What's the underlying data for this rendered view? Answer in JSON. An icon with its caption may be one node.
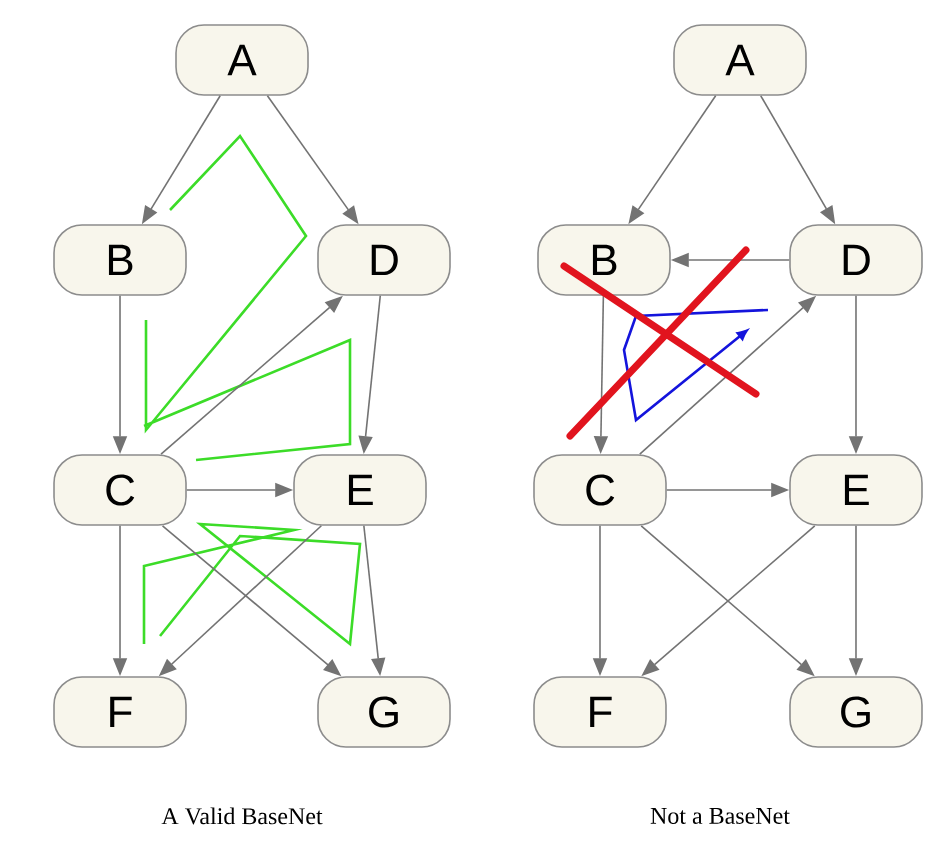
{
  "diagram": {
    "nodes": [
      {
        "text": [
          "A"
        ]
      },
      {
        "text": [
          "B"
        ]
      },
      {
        "text": [
          "D"
        ]
      },
      {
        "text": [
          "C"
        ]
      },
      {
        "text": [
          "E"
        ]
      },
      {
        "text": [
          "F"
        ]
      },
      {
        "text": [
          "G"
        ]
      },
      {
        "text": [
          "A"
        ]
      },
      {
        "text": [
          "B"
        ]
      },
      {
        "text": [
          "D"
        ]
      },
      {
        "text": [
          "C"
        ]
      },
      {
        "text": [
          "E"
        ]
      },
      {
        "text": [
          "F"
        ]
      },
      {
        "text": [
          "G"
        ]
      }
    ],
    "edges": [
      {
        "from": 0,
        "to": 1,
        "arrow": "to"
      },
      {
        "from": 0,
        "to": 2,
        "arrow": "to"
      },
      {
        "from": 1,
        "to": 3,
        "arrow": "to"
      },
      {
        "from": 3,
        "to": 2,
        "arrow": "to"
      },
      {
        "from": 2,
        "to": 4,
        "arrow": "to"
      },
      {
        "from": 3,
        "to": 4,
        "arrow": "to"
      },
      {
        "from": 3,
        "to": 5,
        "arrow": "to"
      },
      {
        "from": 3,
        "to": 6,
        "arrow": "to"
      },
      {
        "from": 4,
        "to": 5,
        "arrow": "to"
      },
      {
        "from": 4,
        "to": 6,
        "arrow": "to"
      },
      {
        "from": 7,
        "to": 8,
        "arrow": "to"
      },
      {
        "from": 7,
        "to": 9,
        "arrow": "to"
      },
      {
        "from": 9,
        "to": 8,
        "arrow": "to"
      },
      {
        "from": 8,
        "to": 10,
        "arrow": "to"
      },
      {
        "from": 10,
        "to": 9,
        "arrow": "to"
      },
      {
        "from": 9,
        "to": 11,
        "arrow": "to"
      },
      {
        "from": 10,
        "to": 11,
        "arrow": "to"
      },
      {
        "from": 10,
        "to": 12,
        "arrow": "to"
      },
      {
        "from": 10,
        "to": 13,
        "arrow": "to"
      },
      {
        "from": 11,
        "to": 12,
        "arrow": "to"
      },
      {
        "from": 11,
        "to": 13,
        "arrow": "to"
      }
    ],
    "labels": [
      "A Valid BaseNet",
      "Not a BaseNet"
    ]
  }
}
